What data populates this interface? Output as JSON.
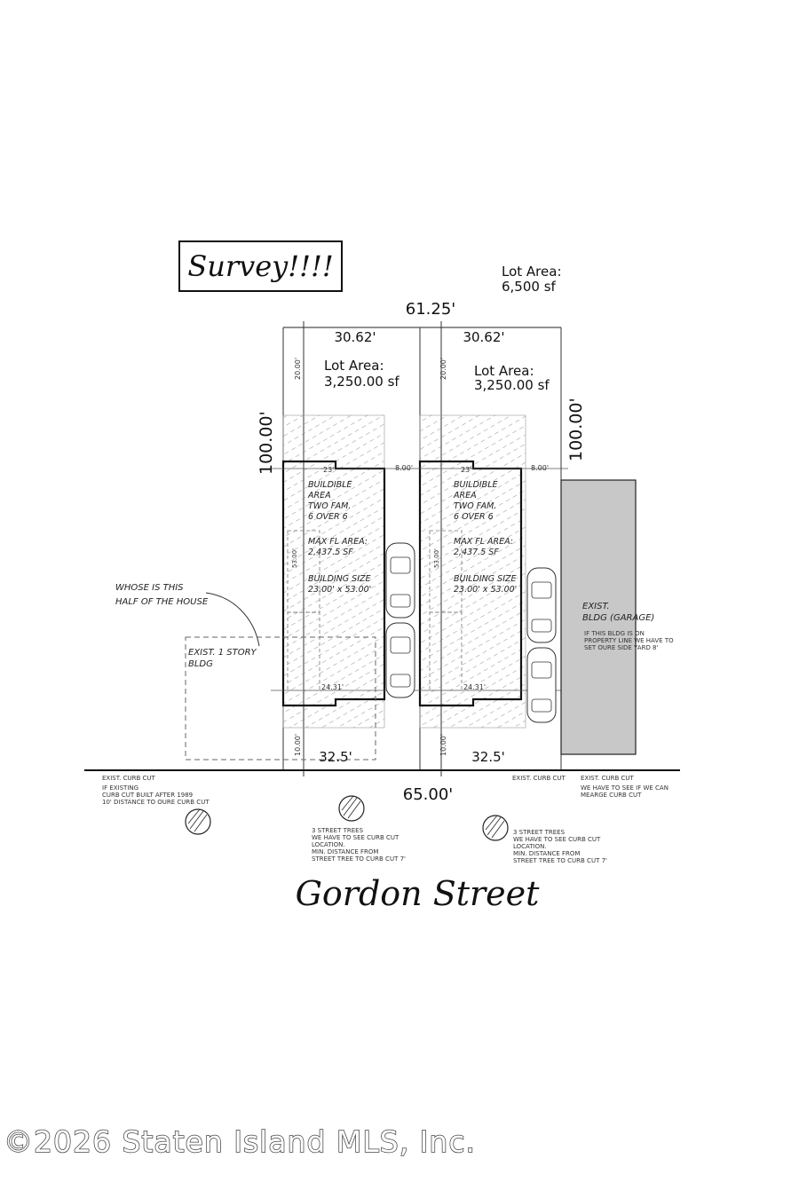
{
  "title": "Survey!!!!",
  "lot_area_total": [
    "Lot Area:",
    "6,500 sf"
  ],
  "dim_top": "61.25'",
  "dim_bottom": "65.00'",
  "street": "Gordon Street",
  "neighbor_building": [
    "EXIST.",
    "BLDG (GARAGE)"
  ],
  "neighbor_note": [
    "IF THIS BLDG IS ON",
    "PROPERTY LINE WE HAVE TO",
    "SET OURE SIDE YARD 8'"
  ],
  "question_note": [
    "WHOSE IS THIS",
    "HALF OF THE HOUSE"
  ],
  "existing_building": [
    "EXIST. 1 STORY",
    "BLDG"
  ],
  "curb_notes": {
    "left": [
      "EXIST. CURB CUT",
      "IF EXISTING",
      "CURB CUT BUILT AFTER 1989",
      "10' DISTANCE TO OURE CURB CUT"
    ],
    "middle": "EXIST. CURB CUT",
    "right": [
      "EXIST. CURB CUT",
      "WE HAVE TO SEE IF WE CAN",
      "MEARGE CURB CUT"
    ]
  },
  "tree_notes": [
    [
      "3 STREET TREES",
      "WE HAVE TO SEE CURB CUT",
      "LOCATION.",
      "MIN. DISTANCE FROM",
      "STREET TREE TO CURB CUT 7'"
    ],
    [
      "3 STREET TREES",
      "WE HAVE TO SEE CURB CUT",
      "LOCATION.",
      "MIN. DISTANCE FROM",
      "STREET TREE TO CURB CUT 7'"
    ]
  ],
  "lots": [
    {
      "width_top": "30.62'",
      "depth": "100.00'",
      "width_bottom": "32.5'",
      "lot_area": [
        "Lot Area:",
        "3,250.00 sf"
      ],
      "rear_yard": "20.00'",
      "front_yard": "10.00'",
      "side_yard": "8.00'",
      "bldg_width": "23'",
      "bldg_width_bottom": "24.31'",
      "bldg_depth": "53.00'",
      "notes": [
        "BUILDIBLE",
        "AREA",
        "TWO FAM.",
        "6 OVER 6",
        "",
        "MAX FL AREA:",
        "2,437.5 SF",
        "",
        "BUILDING SIZE",
        "23.00' x 53.00'"
      ]
    },
    {
      "width_top": "30.62'",
      "depth": "100.00'",
      "width_bottom": "32.5'",
      "lot_area": [
        "Lot Area:",
        "3,250.00 sf"
      ],
      "rear_yard": "20.00'",
      "front_yard": "10.00'",
      "side_yard": "8.00'",
      "bldg_width": "23'",
      "bldg_width_bottom": "24.31'",
      "bldg_depth": "53.00'",
      "notes": [
        "BUILDIBLE",
        "AREA",
        "TWO FAM.",
        "6 OVER 6",
        "",
        "MAX FL AREA:",
        "2,437.5 SF",
        "",
        "BUILDING SIZE",
        "23.00' x 53.00'"
      ]
    }
  ],
  "copyright": "©2026 Staten Island MLS, Inc."
}
